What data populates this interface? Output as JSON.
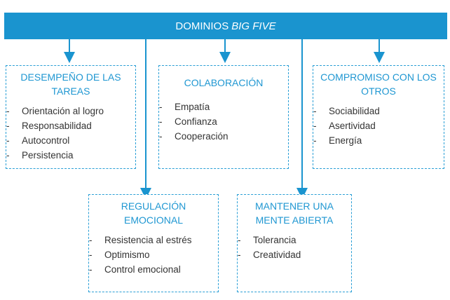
{
  "header": {
    "title_main": "DOMINIOS",
    "title_italic": "BIG FIVE"
  },
  "boxes": {
    "tareas": {
      "title": "DESEMPEÑO DE LAS TAREAS",
      "items": [
        "Orientación al logro",
        "Responsabilidad",
        "Autocontrol",
        "Persistencia"
      ]
    },
    "colaboracion": {
      "title": "COLABORACIÓN",
      "items": [
        "Empatía",
        "Confianza",
        "Cooperación"
      ]
    },
    "compromiso": {
      "title": "COMPROMISO CON LOS OTROS",
      "items": [
        "Sociabilidad",
        "Asertividad",
        "Energía"
      ]
    },
    "regulacion": {
      "title": "REGULACIÓN EMOCIONAL",
      "items": [
        "Resistencia al estrés",
        "Optimismo",
        "Control emocional"
      ]
    },
    "mente": {
      "title": "MANTENER UNA MENTE ABIERTA",
      "items": [
        "Tolerancia",
        "Creatividad"
      ]
    }
  },
  "bullet": "-",
  "colors": {
    "banner": "#1a94cf",
    "accent": "#1f97d2"
  }
}
